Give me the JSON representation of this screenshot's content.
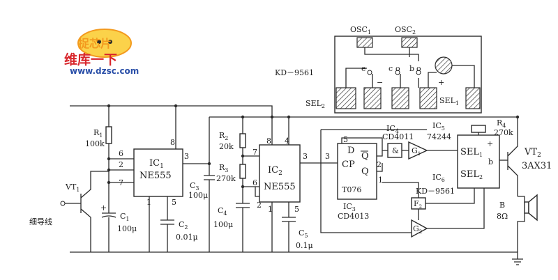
{
  "watermark": {
    "cn_top": "捉芯片",
    "cn_main": "维库一下",
    "url": "www.dzsc.com",
    "colors": {
      "orange": "#f39a1e",
      "red": "#d8262c",
      "blue": "#2a4fa8"
    }
  },
  "labels": {
    "kd_block": "KD－9561",
    "osc1": "OSC",
    "osc1_sub": "1",
    "osc2": "OSC",
    "osc2_sub": "2",
    "sel2_top": "SEL",
    "sel2_top_sub": "2",
    "sel1_top": "SEL",
    "sel1_top_sub": "1",
    "pin_e": "e",
    "pin_c": "c",
    "pin_o": "o",
    "pin_b": "b",
    "pin_o2": "o",
    "minus": "−",
    "plus": "+",
    "r1": "R",
    "r1_sub": "1",
    "r1_val": "100k",
    "ic1": "IC",
    "ic1_sub": "1",
    "ic1_name": "NE555",
    "vt1": "VT",
    "vt1_sub": "1",
    "input_cn": "细导线",
    "c1": "C",
    "c1_sub": "1",
    "c1_val": "100μ",
    "c2": "C",
    "c2_sub": "2",
    "c2_val": "0.01μ",
    "c3": "C",
    "c3_sub": "3",
    "c3_val": "100μ",
    "r2": "R",
    "r2_sub": "2",
    "r2_val": "20k",
    "r3": "R",
    "r3_sub": "3",
    "r3_val": "270k",
    "c4": "C",
    "c4_sub": "4",
    "c4_val": "100μ",
    "ic2": "IC",
    "ic2_sub": "2",
    "ic2_name": "NE555",
    "c5": "C",
    "c5_sub": "5",
    "c5_val": "0.1μ",
    "ic3": "IC",
    "ic3_sub": "3",
    "ic3_name": "CD4013",
    "ic3_inner": "T076",
    "ic3_d": "D",
    "ic3_cp": "CP",
    "ic3_q": "Q",
    "ic3_qbar": "Q",
    "ic4": "IC",
    "ic4_sub": "4",
    "ic4_name": "CD4011",
    "ic5": "IC",
    "ic5_sub": "5",
    "ic5_name": "74244",
    "ic6": "IC",
    "ic6_sub": "6",
    "ic6_name": "KD－9561",
    "r4": "R",
    "r4_sub": "4",
    "r4_val": "270k",
    "g1": "G",
    "g1_sub": "1",
    "g2": "G",
    "g2_sub": "2",
    "f2": "F",
    "f2_sub": "2",
    "sel1": "SEL",
    "sel1_sub": "1",
    "sel2": "SEL",
    "sel2_sub": "2",
    "b_pin": "b",
    "vt2": "VT",
    "vt2_sub": "2",
    "vt2_type": "3AX31",
    "spk": "B",
    "spk_val": "8Ω",
    "p6": "6",
    "p2": "2",
    "p7": "7",
    "p8": "8",
    "p3": "3",
    "p1": "1",
    "p5": "5",
    "q7": "7",
    "q8": "8",
    "q4": "4",
    "q6": "6",
    "q2": "2",
    "q3": "3",
    "q1": "1",
    "q5": "5",
    "d5": "5",
    "d3": "3",
    "d2": "2",
    "d1": "1"
  }
}
